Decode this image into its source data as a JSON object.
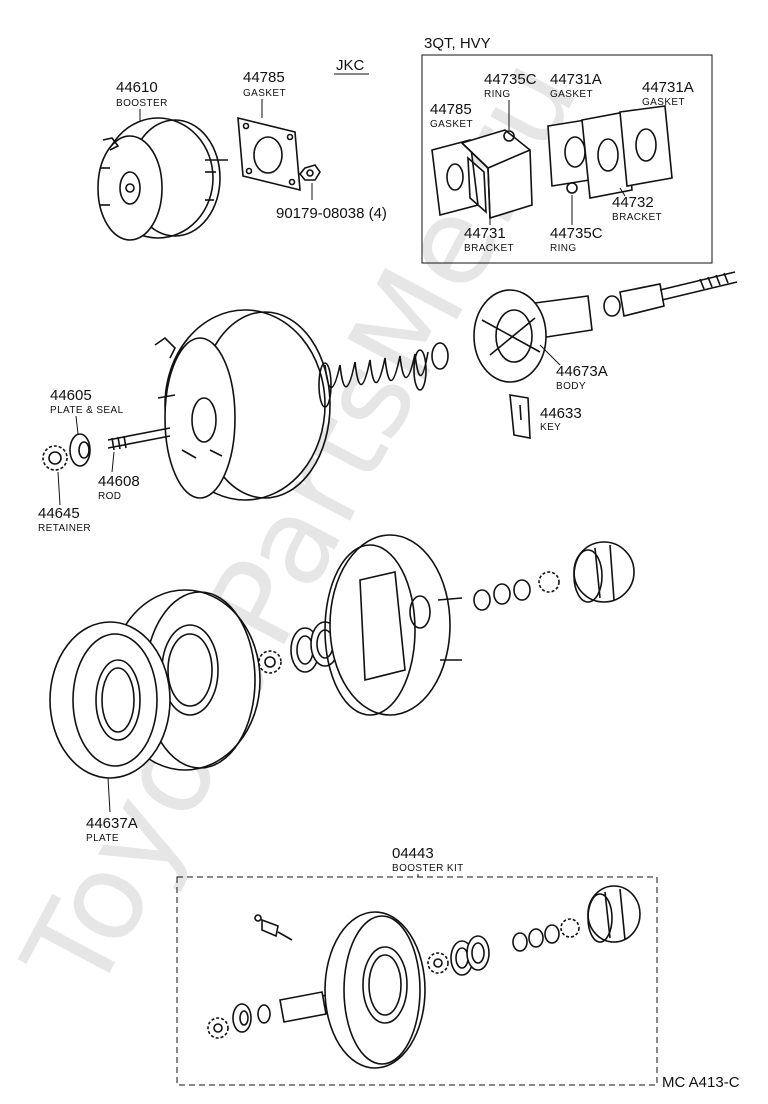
{
  "watermark": "ToyotaPartsMe.ru",
  "header": {
    "variant_label": "JKC"
  },
  "inset": {
    "title": "3QT, HVY"
  },
  "parts": {
    "p44610": {
      "number": "44610",
      "desc": "BOOSTER"
    },
    "p44785": {
      "number": "44785",
      "desc": "GASKET"
    },
    "p90179": {
      "number": "90179-08038 (4)"
    },
    "p44735c_top": {
      "number": "44735C",
      "desc": "RING"
    },
    "p44731a_1": {
      "number": "44731A",
      "desc": "GASKET"
    },
    "p44731a_2": {
      "number": "44731A",
      "desc": "GASKET"
    },
    "p44785_in": {
      "number": "44785",
      "desc": "GASKET"
    },
    "p44732": {
      "number": "44732",
      "desc": "BRACKET"
    },
    "p44731": {
      "number": "44731",
      "desc": "BRACKET"
    },
    "p44735c_bot": {
      "number": "44735C",
      "desc": "RING"
    },
    "p44605": {
      "number": "44605",
      "desc": "PLATE & SEAL"
    },
    "p44673a": {
      "number": "44673A",
      "desc": "BODY"
    },
    "p44633": {
      "number": "44633",
      "desc": "KEY"
    },
    "p44608": {
      "number": "44608",
      "desc": "ROD"
    },
    "p44645": {
      "number": "44645",
      "desc": "RETAINER"
    },
    "p44637a": {
      "number": "44637A",
      "desc": "PLATE"
    },
    "p04443": {
      "number": "04443",
      "desc": "BOOSTER KIT"
    }
  },
  "footer": {
    "code": "MC  A413-C"
  }
}
